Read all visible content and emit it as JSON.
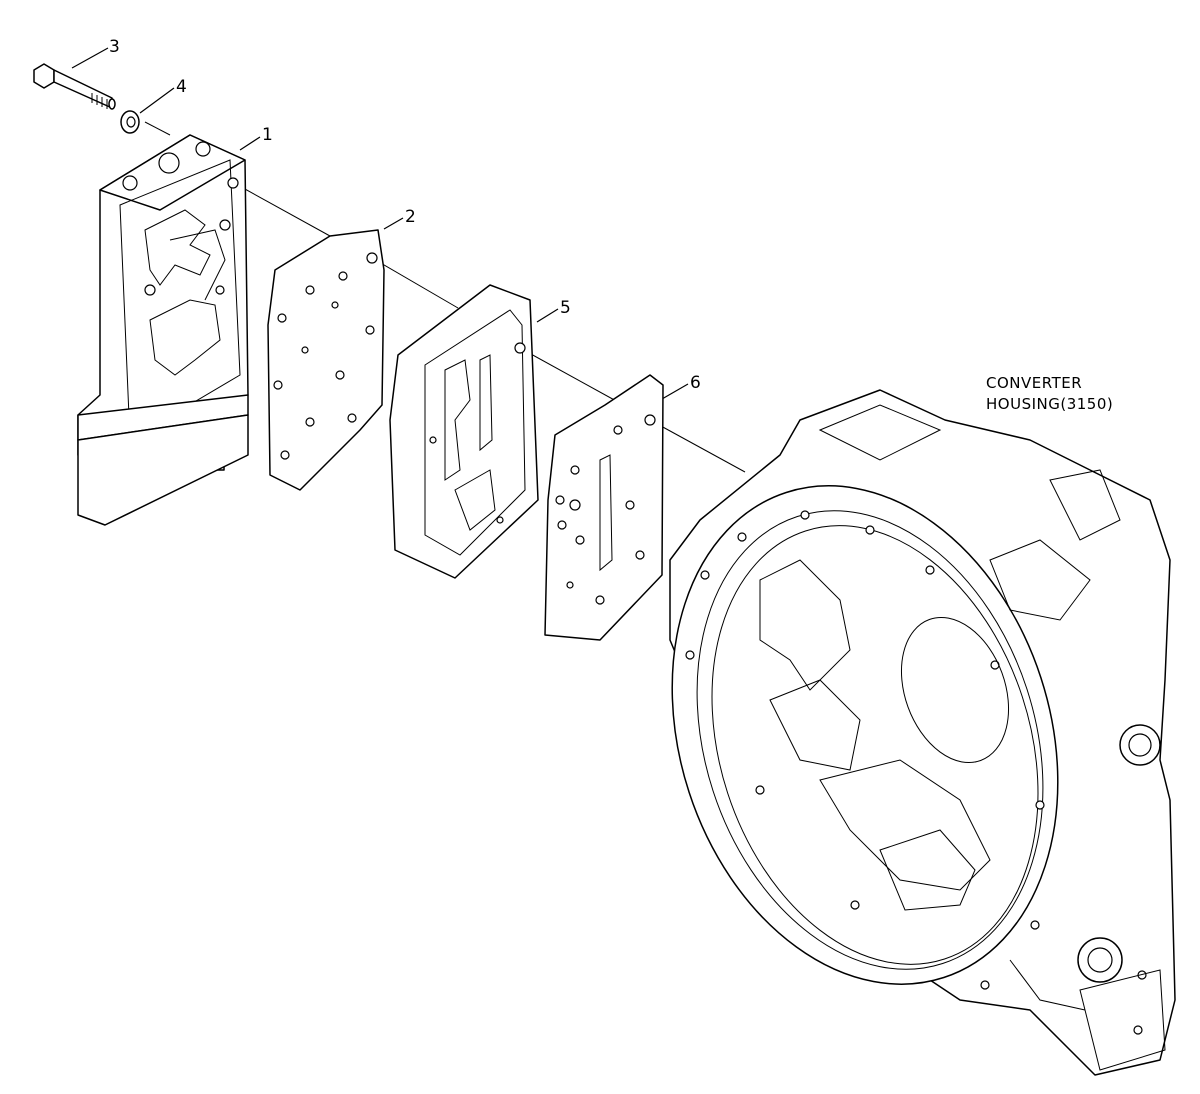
{
  "callouts": [
    {
      "id": "1",
      "label": "1"
    },
    {
      "id": "2",
      "label": "2"
    },
    {
      "id": "3",
      "label": "3"
    },
    {
      "id": "4",
      "label": "4"
    },
    {
      "id": "5",
      "label": "5"
    },
    {
      "id": "6",
      "label": "6"
    }
  ],
  "housing_label": {
    "line1": "CONVERTER",
    "line2": "HOUSING(3150)"
  }
}
